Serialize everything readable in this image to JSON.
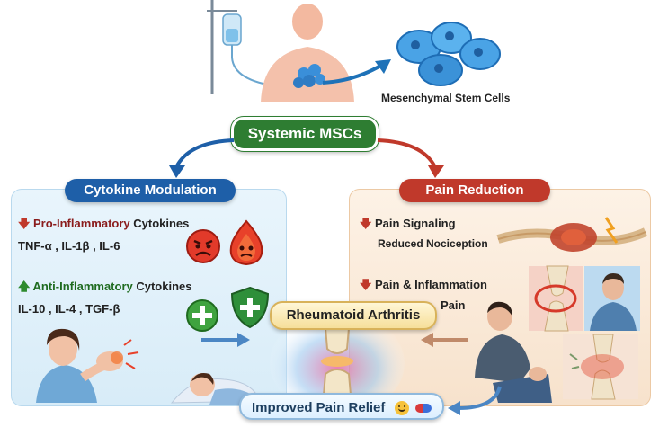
{
  "header": {
    "cells_label": "Mesenchymal Stem Cells",
    "title": "Systemic MSCs"
  },
  "left_panel": {
    "title": "Cytokine Modulation",
    "pro": {
      "heading_colored": "Pro-Inflammatory",
      "heading_rest": " Cytokines",
      "list": "TNF-α , IL-1β , IL-6"
    },
    "anti": {
      "heading_colored": "Anti-Inflammatory",
      "heading_rest": " Cytokines",
      "list": "IL-10 , IL-4 , TGF-β"
    }
  },
  "right_panel": {
    "title": "Pain Reduction",
    "signaling": {
      "heading": "Pain Signaling",
      "sub": "Reduced Nociception"
    },
    "inflammation": {
      "heading": "Pain & Inflammation",
      "sub": "Pain"
    }
  },
  "center": {
    "label": "Rheumatoid Arthritis"
  },
  "footer": {
    "label": "Improved Pain Relief"
  },
  "colors": {
    "green_pill": "#2e7d32",
    "blue_pill": "#1e5fa8",
    "red_pill": "#c0392b",
    "left_panel_bg": "#e6f3fb",
    "right_panel_bg": "#fbeedd"
  },
  "icons": [
    "iv-bag-icon",
    "stem-cell-icon",
    "angry-face-icon",
    "flame-face-icon",
    "shield-plus-icon",
    "plus-circle-icon",
    "nerve-icon",
    "knee-joint-icon",
    "smile-emoji-icon",
    "pill-icon"
  ]
}
